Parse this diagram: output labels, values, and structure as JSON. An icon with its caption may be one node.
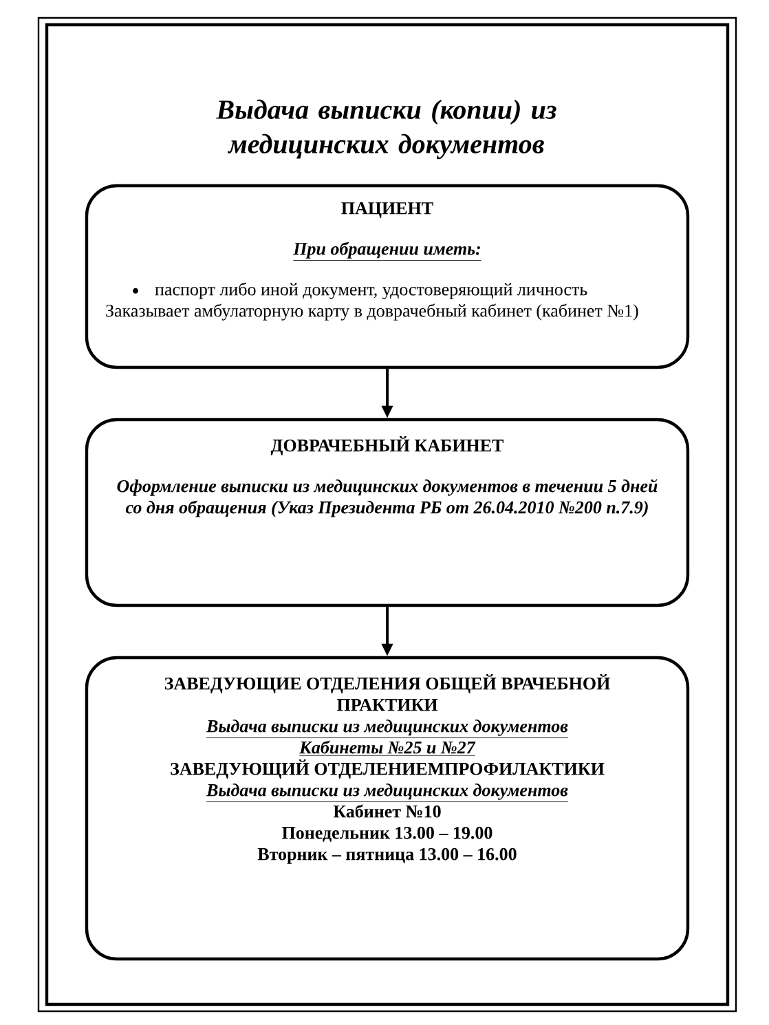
{
  "diagram": {
    "title": "Выдача выписки (копии) из медицинских документов",
    "nodes": [
      {
        "text": [
          "ПАЦИЕНТ",
          "При обращении иметь:",
          "паспорт либо иной документ, удостоверяющий личность",
          "Заказывает амбулаторную карту в доврачебный кабинет (кабинет №1)"
        ]
      },
      {
        "text": [
          "ДОВРАЧЕБНЫЙ КАБИНЕТ",
          "Оформление выписки из медицинских документов в течении 5 дней со дня обращения (Указ Президента РБ от 26.04.2010 №200 п.7.9)"
        ]
      },
      {
        "text": [
          "ЗАВЕДУЮЩИЕ ОТДЕЛЕНИЯ ОБЩЕЙ ВРАЧЕБНОЙ ПРАКТИКИ",
          "Выдача выписки из медицинских документов",
          "Кабинеты №25 и №27",
          "ЗАВЕДУЮЩИЙ ОТДЕЛЕНИЕМПРОФИЛАКТИКИ",
          "Выдача выписки из медицинских документов",
          "Кабинет №10",
          "Понедельник 13.00 – 19.00",
          "Вторник – пятница 13.00 – 16.00"
        ]
      }
    ],
    "edges": [
      {
        "from": 0,
        "to": 1,
        "arrow": "to"
      },
      {
        "from": 1,
        "to": 2,
        "arrow": "to"
      }
    ]
  }
}
